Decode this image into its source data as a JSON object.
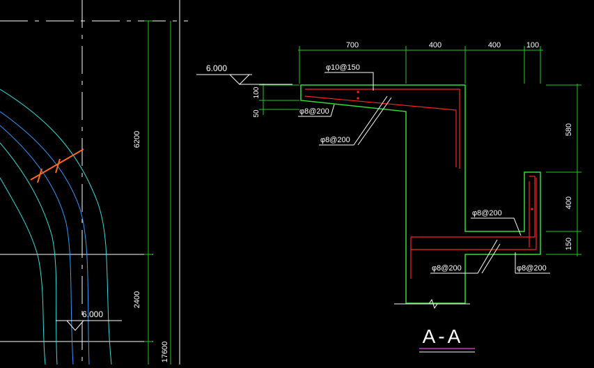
{
  "drawing": {
    "section_title": "A-A",
    "elevations": {
      "top_left": "6.000",
      "bottom_left": "6.000"
    },
    "dimensions": {
      "top": [
        "700",
        "400",
        "400",
        "100"
      ],
      "right": [
        "580",
        "400",
        "150"
      ],
      "left_small": [
        "100",
        "50"
      ],
      "left_plan": [
        "6200",
        "2400",
        "17600"
      ]
    },
    "rebar_labels": {
      "top_bar": "φ10@150",
      "upper_left_bar": "φ8@200",
      "diag_bar": "φ8@200",
      "mid_right_bar": "φ8@200",
      "lower_bar_a": "φ8@200",
      "lower_bar_b": "φ8@200"
    },
    "colors": {
      "background": "#000000",
      "dimension_green": "#22cc22",
      "outline_green": "#33dd33",
      "rebar_red": "#ff2222",
      "text_white": "#ffffff",
      "contour_cyan": "#33dddd",
      "contour_blue": "#3399ff",
      "leader_orange": "#ff6a1a",
      "title_underline_magenta": "#cc33cc"
    }
  }
}
